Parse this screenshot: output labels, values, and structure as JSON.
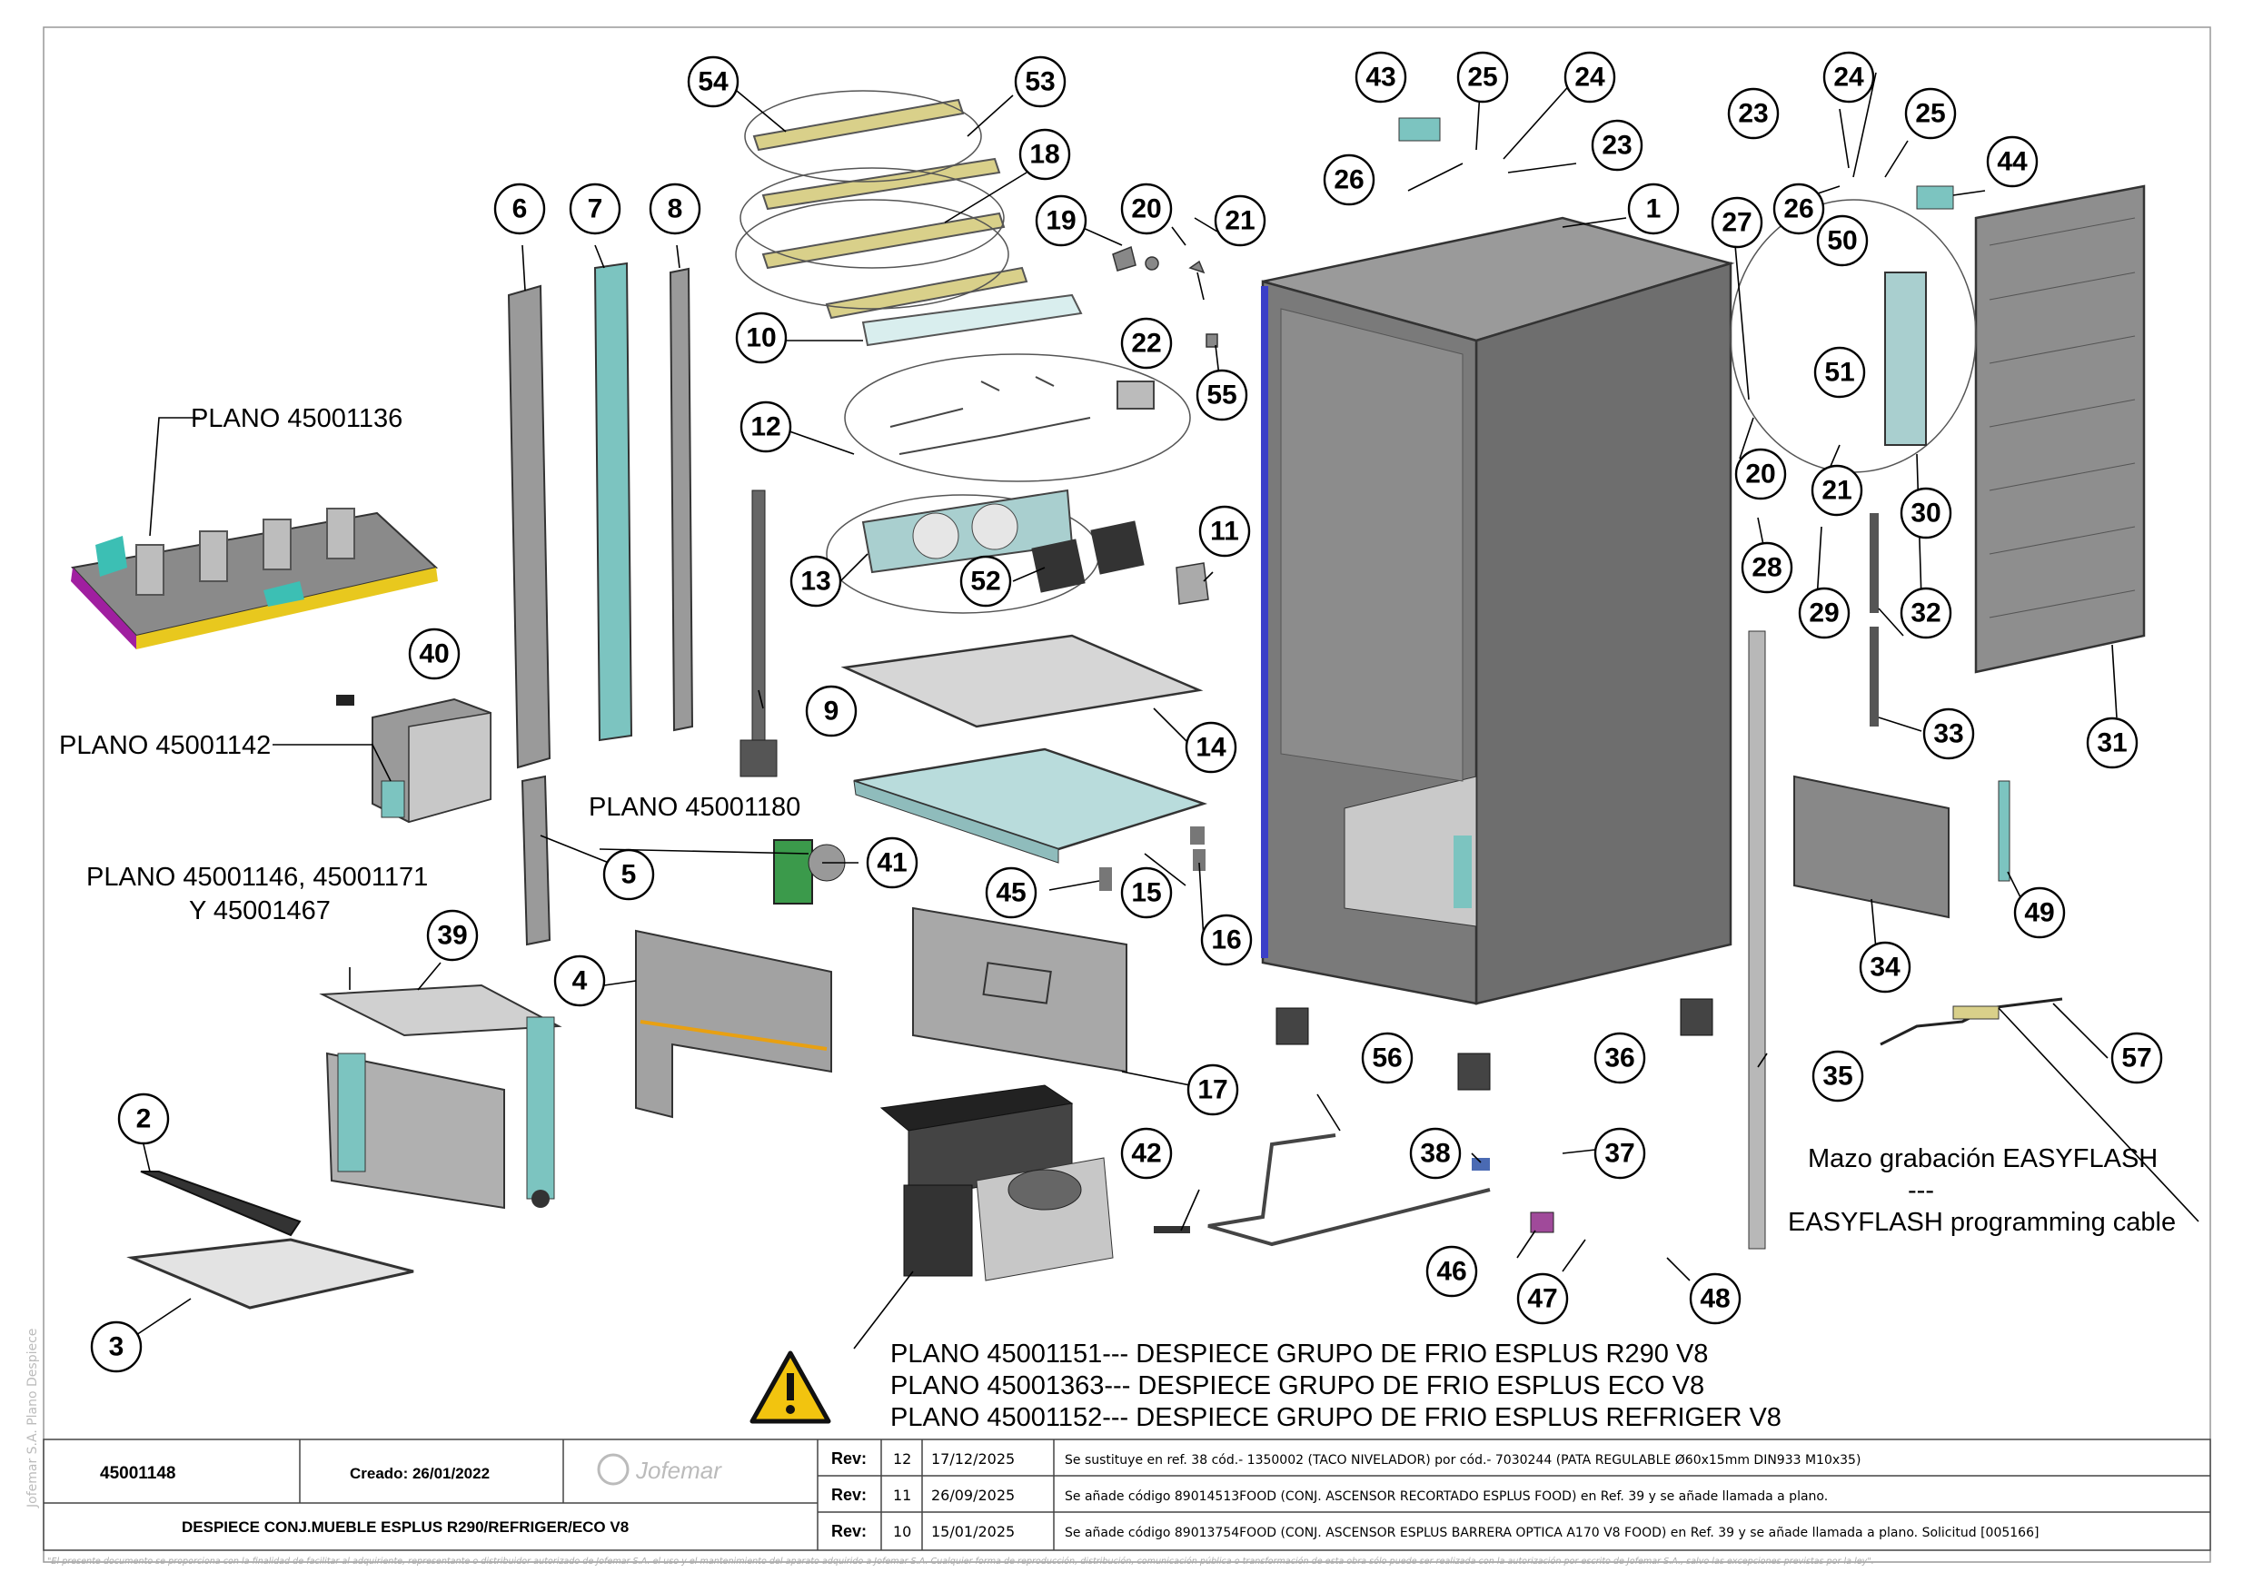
{
  "drawing": {
    "plan_labels": {
      "p45001136": "PLANO 45001136",
      "p45001142": "PLANO 45001142",
      "p45001180": "PLANO 45001180",
      "p45001146_l1": "PLANO 45001146, 45001171",
      "p45001146_l2": "Y 45001467"
    },
    "easyflash": {
      "line1": "Mazo grabación EASYFLASH",
      "line2": "---",
      "line3": "EASYFLASH programming cable"
    },
    "cold_group": [
      "PLANO 45001151--- DESPIECE GRUPO DE FRIO ESPLUS R290 V8",
      "PLANO 45001363--- DESPIECE GRUPO DE FRIO ESPLUS ECO V8",
      "PLANO 45001152--- DESPIECE GRUPO DE FRIO ESPLUS REFRIGER V8"
    ],
    "callouts": [
      "1",
      "2",
      "3",
      "4",
      "5",
      "6",
      "7",
      "8",
      "9",
      "10",
      "11",
      "12",
      "13",
      "14",
      "15",
      "16",
      "17",
      "18",
      "19",
      "20",
      "21",
      "22",
      "23",
      "24",
      "25",
      "26",
      "27",
      "28",
      "29",
      "30",
      "31",
      "32",
      "33",
      "34",
      "35",
      "36",
      "37",
      "38",
      "39",
      "40",
      "41",
      "42",
      "43",
      "44",
      "45",
      "46",
      "47",
      "48",
      "49",
      "50",
      "51",
      "52",
      "53",
      "54",
      "55",
      "56",
      "57",
      "20",
      "21",
      "23",
      "24",
      "25",
      "26"
    ],
    "colors": {
      "panel": "#6e6e6e",
      "teal": "#7cc4c0",
      "olive": "#d9d08a",
      "magenta": "#a01fa0",
      "yellow": "#e8c81e",
      "warning": "#f2c40f"
    }
  },
  "title_block": {
    "number": "45001148",
    "created": "Creado: 26/01/2022",
    "brand": "Jofemar",
    "description": "DESPIECE CONJ.MUEBLE ESPLUS R290/REFRIGER/ECO V8",
    "rev_label": "Rev:",
    "revisions": [
      {
        "rev": "12",
        "date": "17/12/2025",
        "text": "Se sustituye en ref. 38 cód.- 1350002 (TACO NIVELADOR) por cód.- 7030244 (PATA REGULABLE Ø60x15mm DIN933 M10x35)"
      },
      {
        "rev": "11",
        "date": "26/09/2025",
        "text": "Se añade código 89014513FOOD (CONJ. ASCENSOR RECORTADO ESPLUS FOOD) en Ref. 39 y se añade llamada a plano."
      },
      {
        "rev": "10",
        "date": "15/01/2025",
        "text": "Se añade código 89013754FOOD (CONJ. ASCENSOR ESPLUS BARRERA OPTICA A170 V8 FOOD) en Ref. 39 y se añade llamada a plano.  Solicitud [005166]"
      }
    ],
    "footer": "\"El presente documento se proporciona con la finalidad de facilitar al adquiriente, representante o distribuidor autorizado de Jofemar S.A. el uso y el mantenimiento del aparato adquirido a Jofemar S.A. Cualquier forma de reproducción, distribución, comunicación pública o transformación de esta obra sólo puede ser realizada con la autorización por escrito de Jofemar S.A., salvo las excepciones previstas por la ley\".",
    "side_text": "Jofemar S.A. Plano Despiece"
  }
}
